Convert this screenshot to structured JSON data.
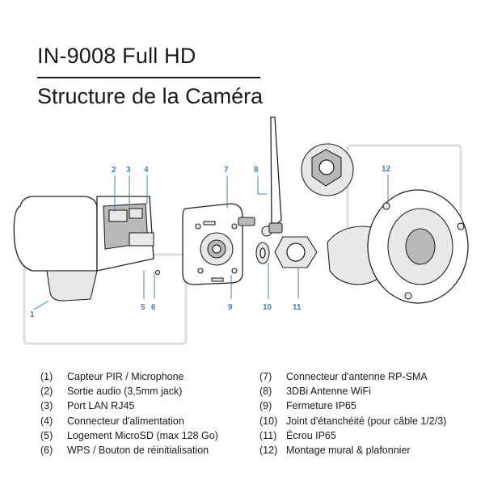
{
  "header": {
    "model": "IN-9008 Full HD",
    "subtitle": "Structure de la Caméra"
  },
  "callouts": [
    "1",
    "2",
    "3",
    "4",
    "5",
    "6",
    "7",
    "8",
    "9",
    "10",
    "11",
    "12"
  ],
  "legend": {
    "left": [
      {
        "num": "(1)",
        "label": "Capteur PIR / Microphone"
      },
      {
        "num": "(2)",
        "label": "Sortie audio (3,5mm jack)"
      },
      {
        "num": "(3)",
        "label": "Port LAN RJ45"
      },
      {
        "num": "(4)",
        "label": "Connecteur d'alimentation"
      },
      {
        "num": "(5)",
        "label": "Logement MicroSD (max 128 Go)"
      },
      {
        "num": "(6)",
        "label": "WPS / Bouton de réinitialisation"
      }
    ],
    "right": [
      {
        "num": "(7)",
        "label": "Connecteur d'antenne RP-SMA"
      },
      {
        "num": "(8)",
        "label": "3DBi Antenne WiFi"
      },
      {
        "num": "(9)",
        "label": "Fermeture IP65"
      },
      {
        "num": "(10)",
        "label": "Joint d'étanchéité (pour câble 1/2/3)"
      },
      {
        "num": "(11)",
        "label": "Écrou IP65"
      },
      {
        "num": "(12)",
        "label": "Montage mural & plafonnier"
      }
    ]
  },
  "colors": {
    "callout": "#4a7fb5",
    "ink": "#1a1a1a",
    "watermark": "#dcdcdc"
  }
}
